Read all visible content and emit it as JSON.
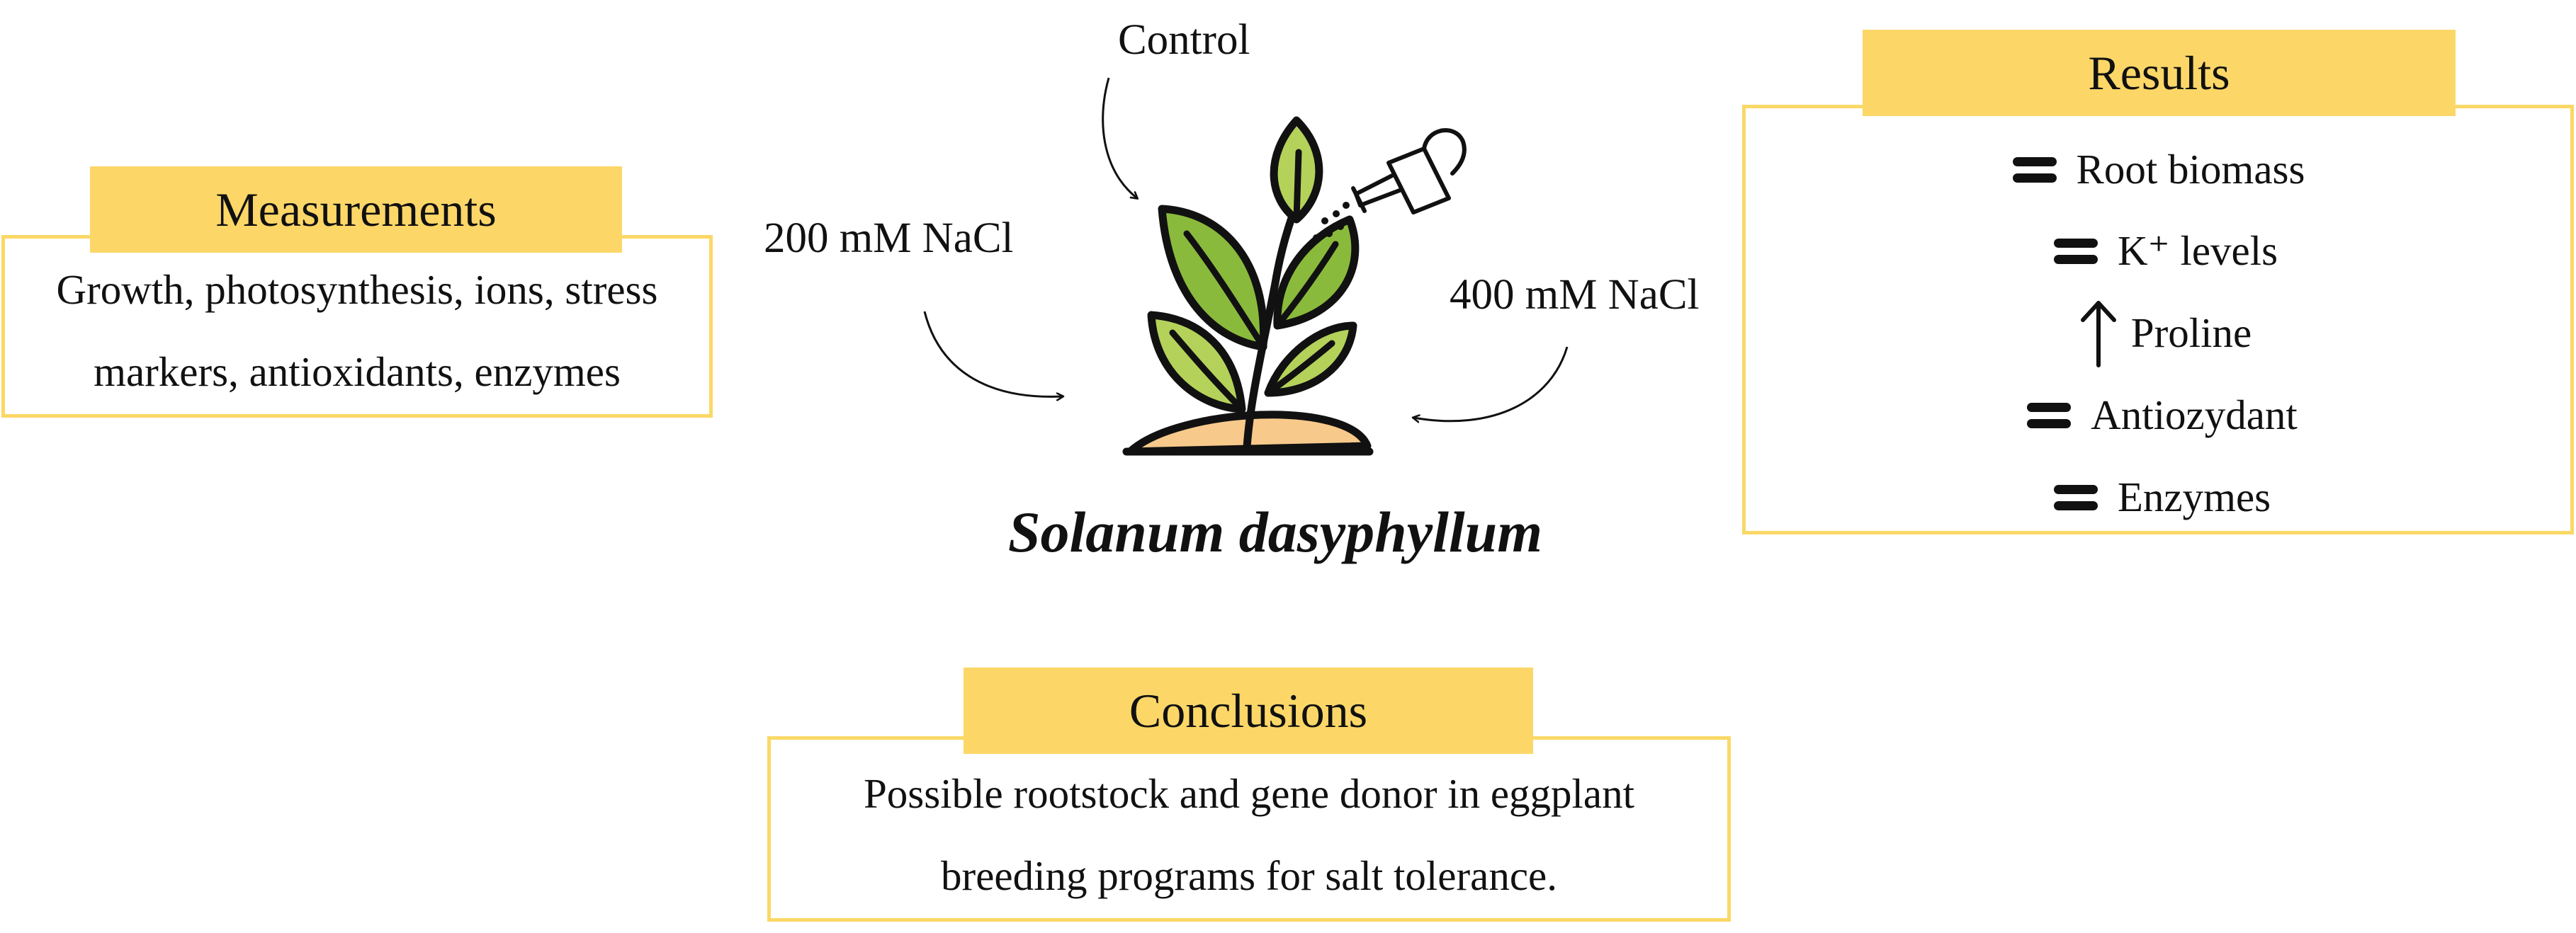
{
  "measurements": {
    "title": "Measurements",
    "lines": [
      "Growth, photosynthesis, ions, stress",
      "markers, antioxidants, enzymes"
    ]
  },
  "results": {
    "title": "Results",
    "items": [
      {
        "label": "Root biomass",
        "icon": "equals-icon"
      },
      {
        "label": "K⁺ levels",
        "icon": "equals-icon"
      },
      {
        "label": "Proline",
        "icon": "up-arrow-icon"
      },
      {
        "label": "Antiozydant",
        "icon": "equals-icon"
      },
      {
        "label": "Enzymes",
        "icon": "equals-icon"
      }
    ]
  },
  "treatments": {
    "control": "Control",
    "low_salt": "200 mM NaCl",
    "high_salt": "400 mM NaCl"
  },
  "species": "Solanum dasyphyllum",
  "conclusions": {
    "title": "Conclusions",
    "lines": [
      "Possible rootstock and gene donor in eggplant",
      "breeding programs for salt tolerance."
    ]
  },
  "icons": {
    "plant": "plant-sprout-icon",
    "watering_can": "watering-can-icon"
  },
  "colors": {
    "tab_fill": "#fcd768",
    "panel_border": "#fad866",
    "leaf_light": "#b4d25a",
    "leaf_dark": "#8aba3c",
    "soil": "#f7c98b",
    "outline": "#111111"
  }
}
